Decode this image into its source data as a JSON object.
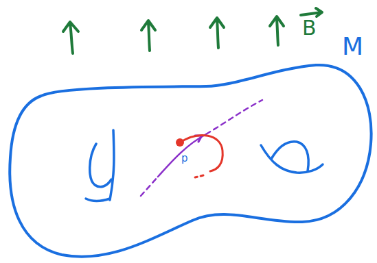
{
  "diagram": {
    "labels": [
      "B",
      "M",
      "p"
    ]
  }
}
